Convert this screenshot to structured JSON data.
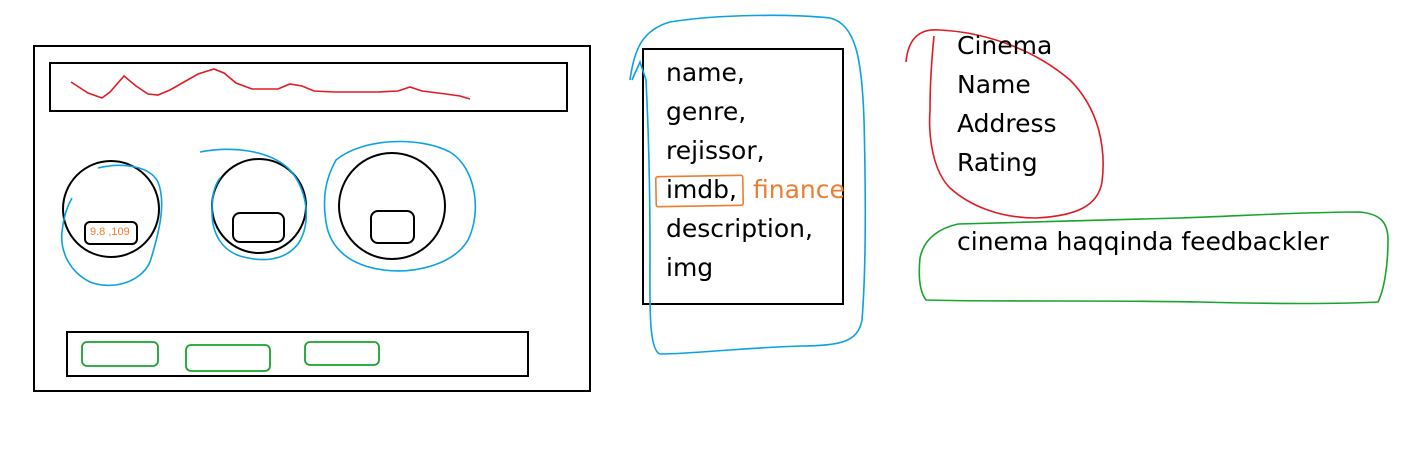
{
  "wireframe": {
    "rating_badge": "9.8 ,109"
  },
  "movie_fields": {
    "name": "name,",
    "genre": "genre,",
    "director": "rejissor,",
    "imdb": "imdb,",
    "finance": "finance",
    "description": "description,",
    "img": "img"
  },
  "cinema_fields": [
    "Cinema",
    "Name",
    "Address",
    "Rating"
  ],
  "feedback_note": "cinema haqqinda feedbackler",
  "colors": {
    "ink": "#000000",
    "blue": "#0aa2e0",
    "red": "#e01b24",
    "green": "#1aa32f",
    "orange": "#ed7d31"
  }
}
